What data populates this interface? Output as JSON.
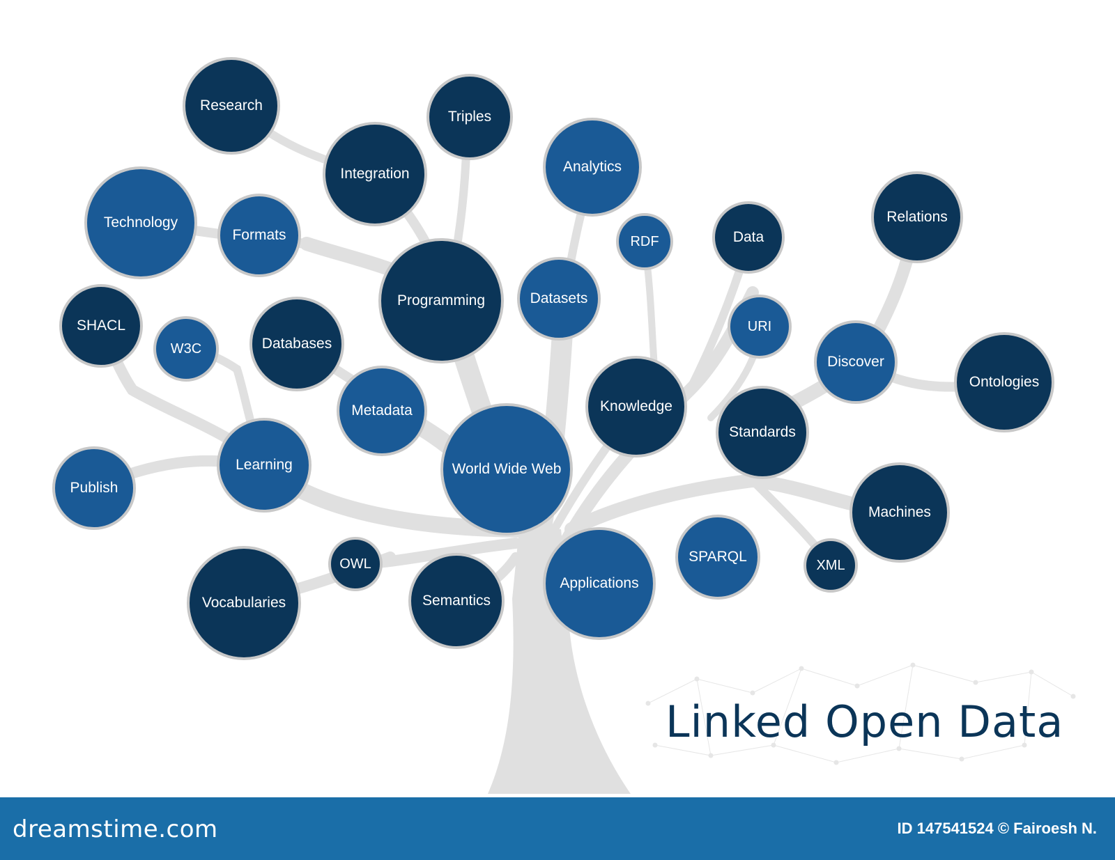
{
  "title": "Linked Open Data",
  "colors": {
    "dark_node": "#0b3558",
    "blue_node": "#1a5a96",
    "node_border": "#c8c8c8",
    "tree": "#e0e0e0",
    "footer": "#1a6ea8"
  },
  "nodes": [
    {
      "label": "Research",
      "tone": "dark"
    },
    {
      "label": "Triples",
      "tone": "dark"
    },
    {
      "label": "Integration",
      "tone": "dark"
    },
    {
      "label": "Analytics",
      "tone": "blue"
    },
    {
      "label": "Technology",
      "tone": "blue"
    },
    {
      "label": "Formats",
      "tone": "blue"
    },
    {
      "label": "Relations",
      "tone": "dark"
    },
    {
      "label": "RDF",
      "tone": "blue"
    },
    {
      "label": "Data",
      "tone": "dark"
    },
    {
      "label": "Programming",
      "tone": "dark"
    },
    {
      "label": "Datasets",
      "tone": "blue"
    },
    {
      "label": "SHACL",
      "tone": "dark"
    },
    {
      "label": "W3C",
      "tone": "blue"
    },
    {
      "label": "Databases",
      "tone": "dark"
    },
    {
      "label": "URI",
      "tone": "blue"
    },
    {
      "label": "Discover",
      "tone": "blue"
    },
    {
      "label": "Ontologies",
      "tone": "dark"
    },
    {
      "label": "Metadata",
      "tone": "blue"
    },
    {
      "label": "Knowledge",
      "tone": "dark"
    },
    {
      "label": "Standards",
      "tone": "dark"
    },
    {
      "label": "World Wide Web",
      "tone": "blue"
    },
    {
      "label": "Learning",
      "tone": "blue"
    },
    {
      "label": "Publish",
      "tone": "blue"
    },
    {
      "label": "Machines",
      "tone": "dark"
    },
    {
      "label": "OWL",
      "tone": "dark"
    },
    {
      "label": "SPARQL",
      "tone": "blue"
    },
    {
      "label": "XML",
      "tone": "dark"
    },
    {
      "label": "Applications",
      "tone": "blue"
    },
    {
      "label": "Vocabularies",
      "tone": "dark"
    },
    {
      "label": "Semantics",
      "tone": "dark"
    }
  ],
  "footer": {
    "brand": "dreamstime.com",
    "credit": "ID 147541524 © Fairoesh N."
  }
}
